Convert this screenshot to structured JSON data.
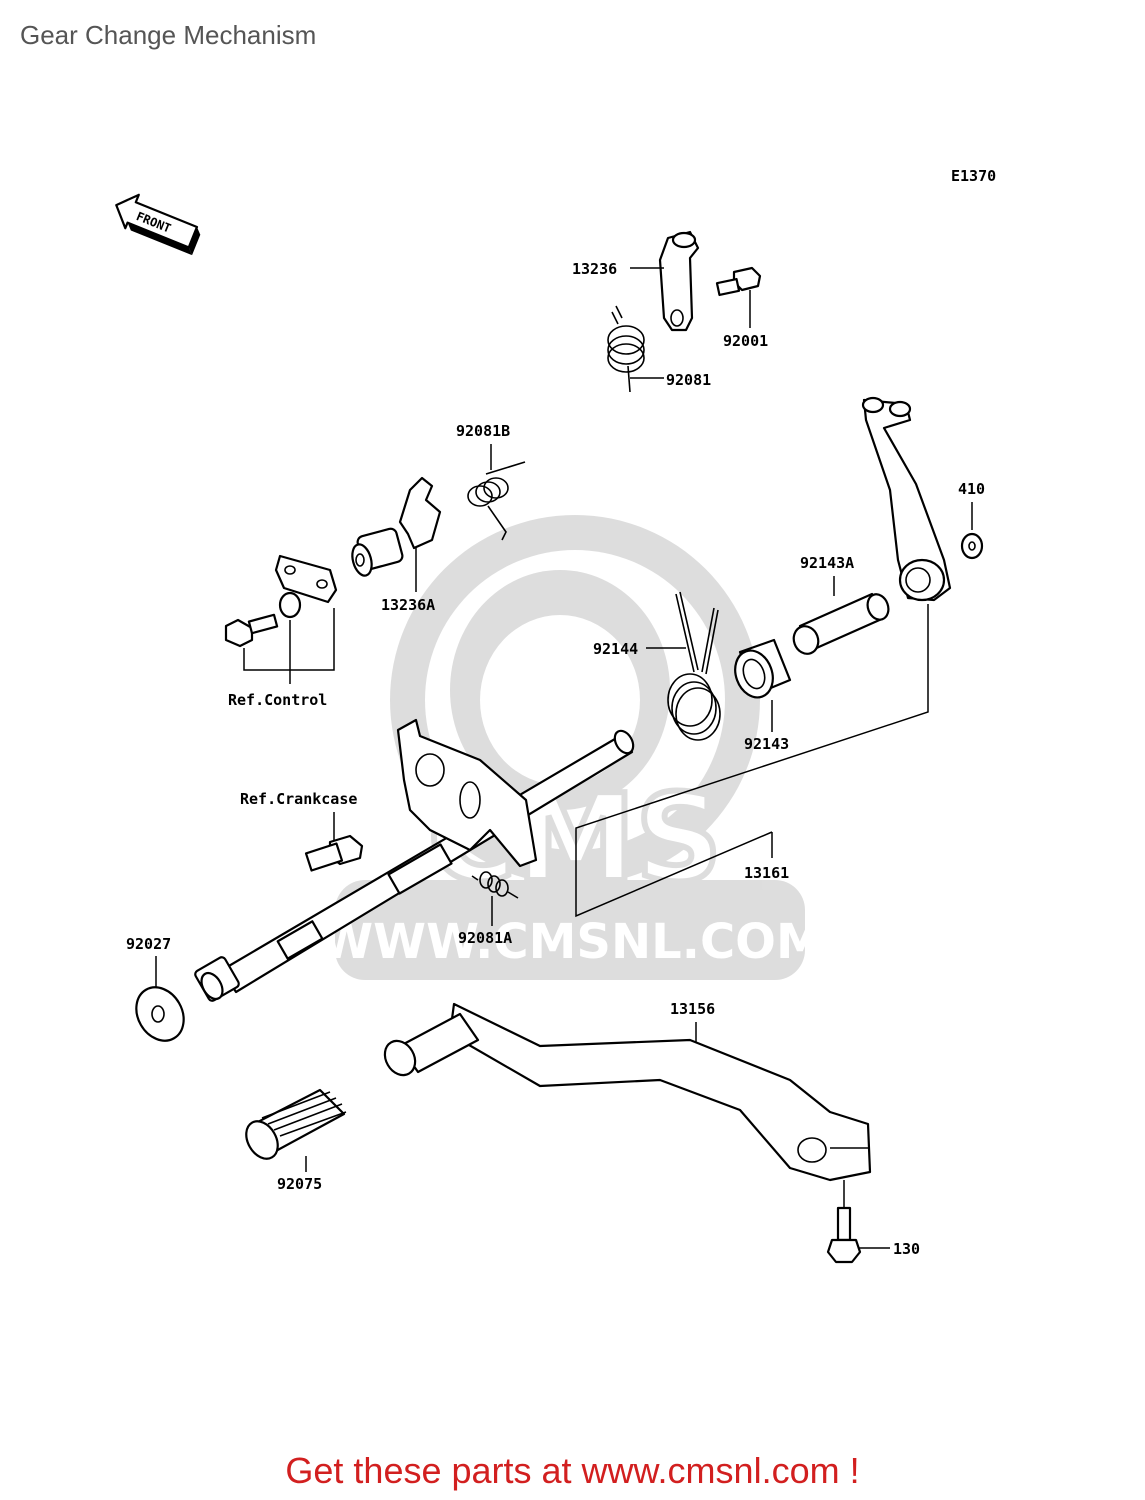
{
  "title": "Gear Change Mechanism",
  "diagram_code": "E1370",
  "front_arrow_label": "FRONT",
  "watermark": {
    "brand": "CMS",
    "url": "WWW.CMSNL.COM"
  },
  "labels": {
    "p13236": "13236",
    "p92001": "92001",
    "p92081": "92081",
    "p92081B": "92081B",
    "p410": "410",
    "p13236A": "13236A",
    "p92143A": "92143A",
    "p92144": "92144",
    "p92143": "92143",
    "ref_control": "Ref.Control",
    "ref_crankcase": "Ref.Crankcase",
    "p13161": "13161",
    "p92081A": "92081A",
    "p92027": "92027",
    "p13156": "13156",
    "p92075": "92075",
    "p130": "130"
  },
  "footer": "Get these parts at www.cmsnl.com !"
}
